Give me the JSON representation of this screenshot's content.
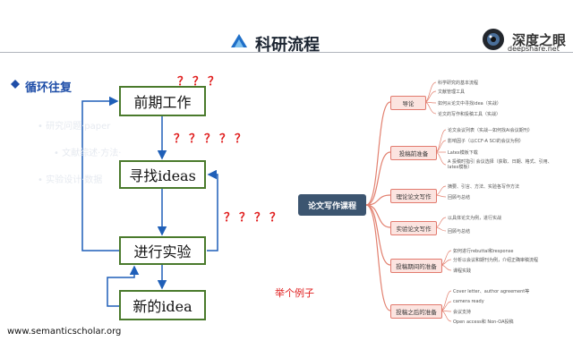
{
  "header": {
    "title": "科研流程",
    "logo_text": "深度之眼",
    "logo_sub": "deepshare.net"
  },
  "section": {
    "title": "循环往复"
  },
  "flow": {
    "boxes": [
      "前期工作",
      "寻找ideas",
      "进行实验",
      "新的idea"
    ],
    "qmarks": [
      "？？？",
      "？？？？？",
      "？？？？"
    ]
  },
  "example_label": "举个例子",
  "watermark": "www.semanticscholar.org",
  "mindmap": {
    "center": "论文写作课程",
    "branches": [
      {
        "label": "导论",
        "leaves": [
          "科学研究的基本流程",
          "文献管理工具",
          "如何从论文中寻找idea（实战）",
          "论文的写作和投稿工具（实战）"
        ]
      },
      {
        "label": "投稿前准备",
        "leaves": [
          "论文会议列表（实战—如何找Ai会议期刊）",
          "影响因子（以CCF-A SCI的会议为例）",
          "Latex模板下载",
          "A 投稿时指引 会议选择（获取、日期、格式、引用、latex模板）"
        ]
      },
      {
        "label": "理论论文写作",
        "leaves": [
          "摘要、引言、方法、实验各写作方法",
          "回顾与总结"
        ]
      },
      {
        "label": "实验论文写作",
        "leaves": [
          "以具体论文为例，进行实战",
          "回顾与总结"
        ]
      },
      {
        "label": "投稿期间的准备",
        "leaves": [
          "如何进行rebuttal和response",
          "分析以会议和期刊为例，介绍正确审稿流程",
          "课程实践"
        ]
      },
      {
        "label": "投稿之后的准备",
        "leaves": [
          "Cover letter、author agreement等",
          "camera ready",
          "会议支持",
          "Open access和 Non-OA投稿"
        ]
      }
    ]
  }
}
